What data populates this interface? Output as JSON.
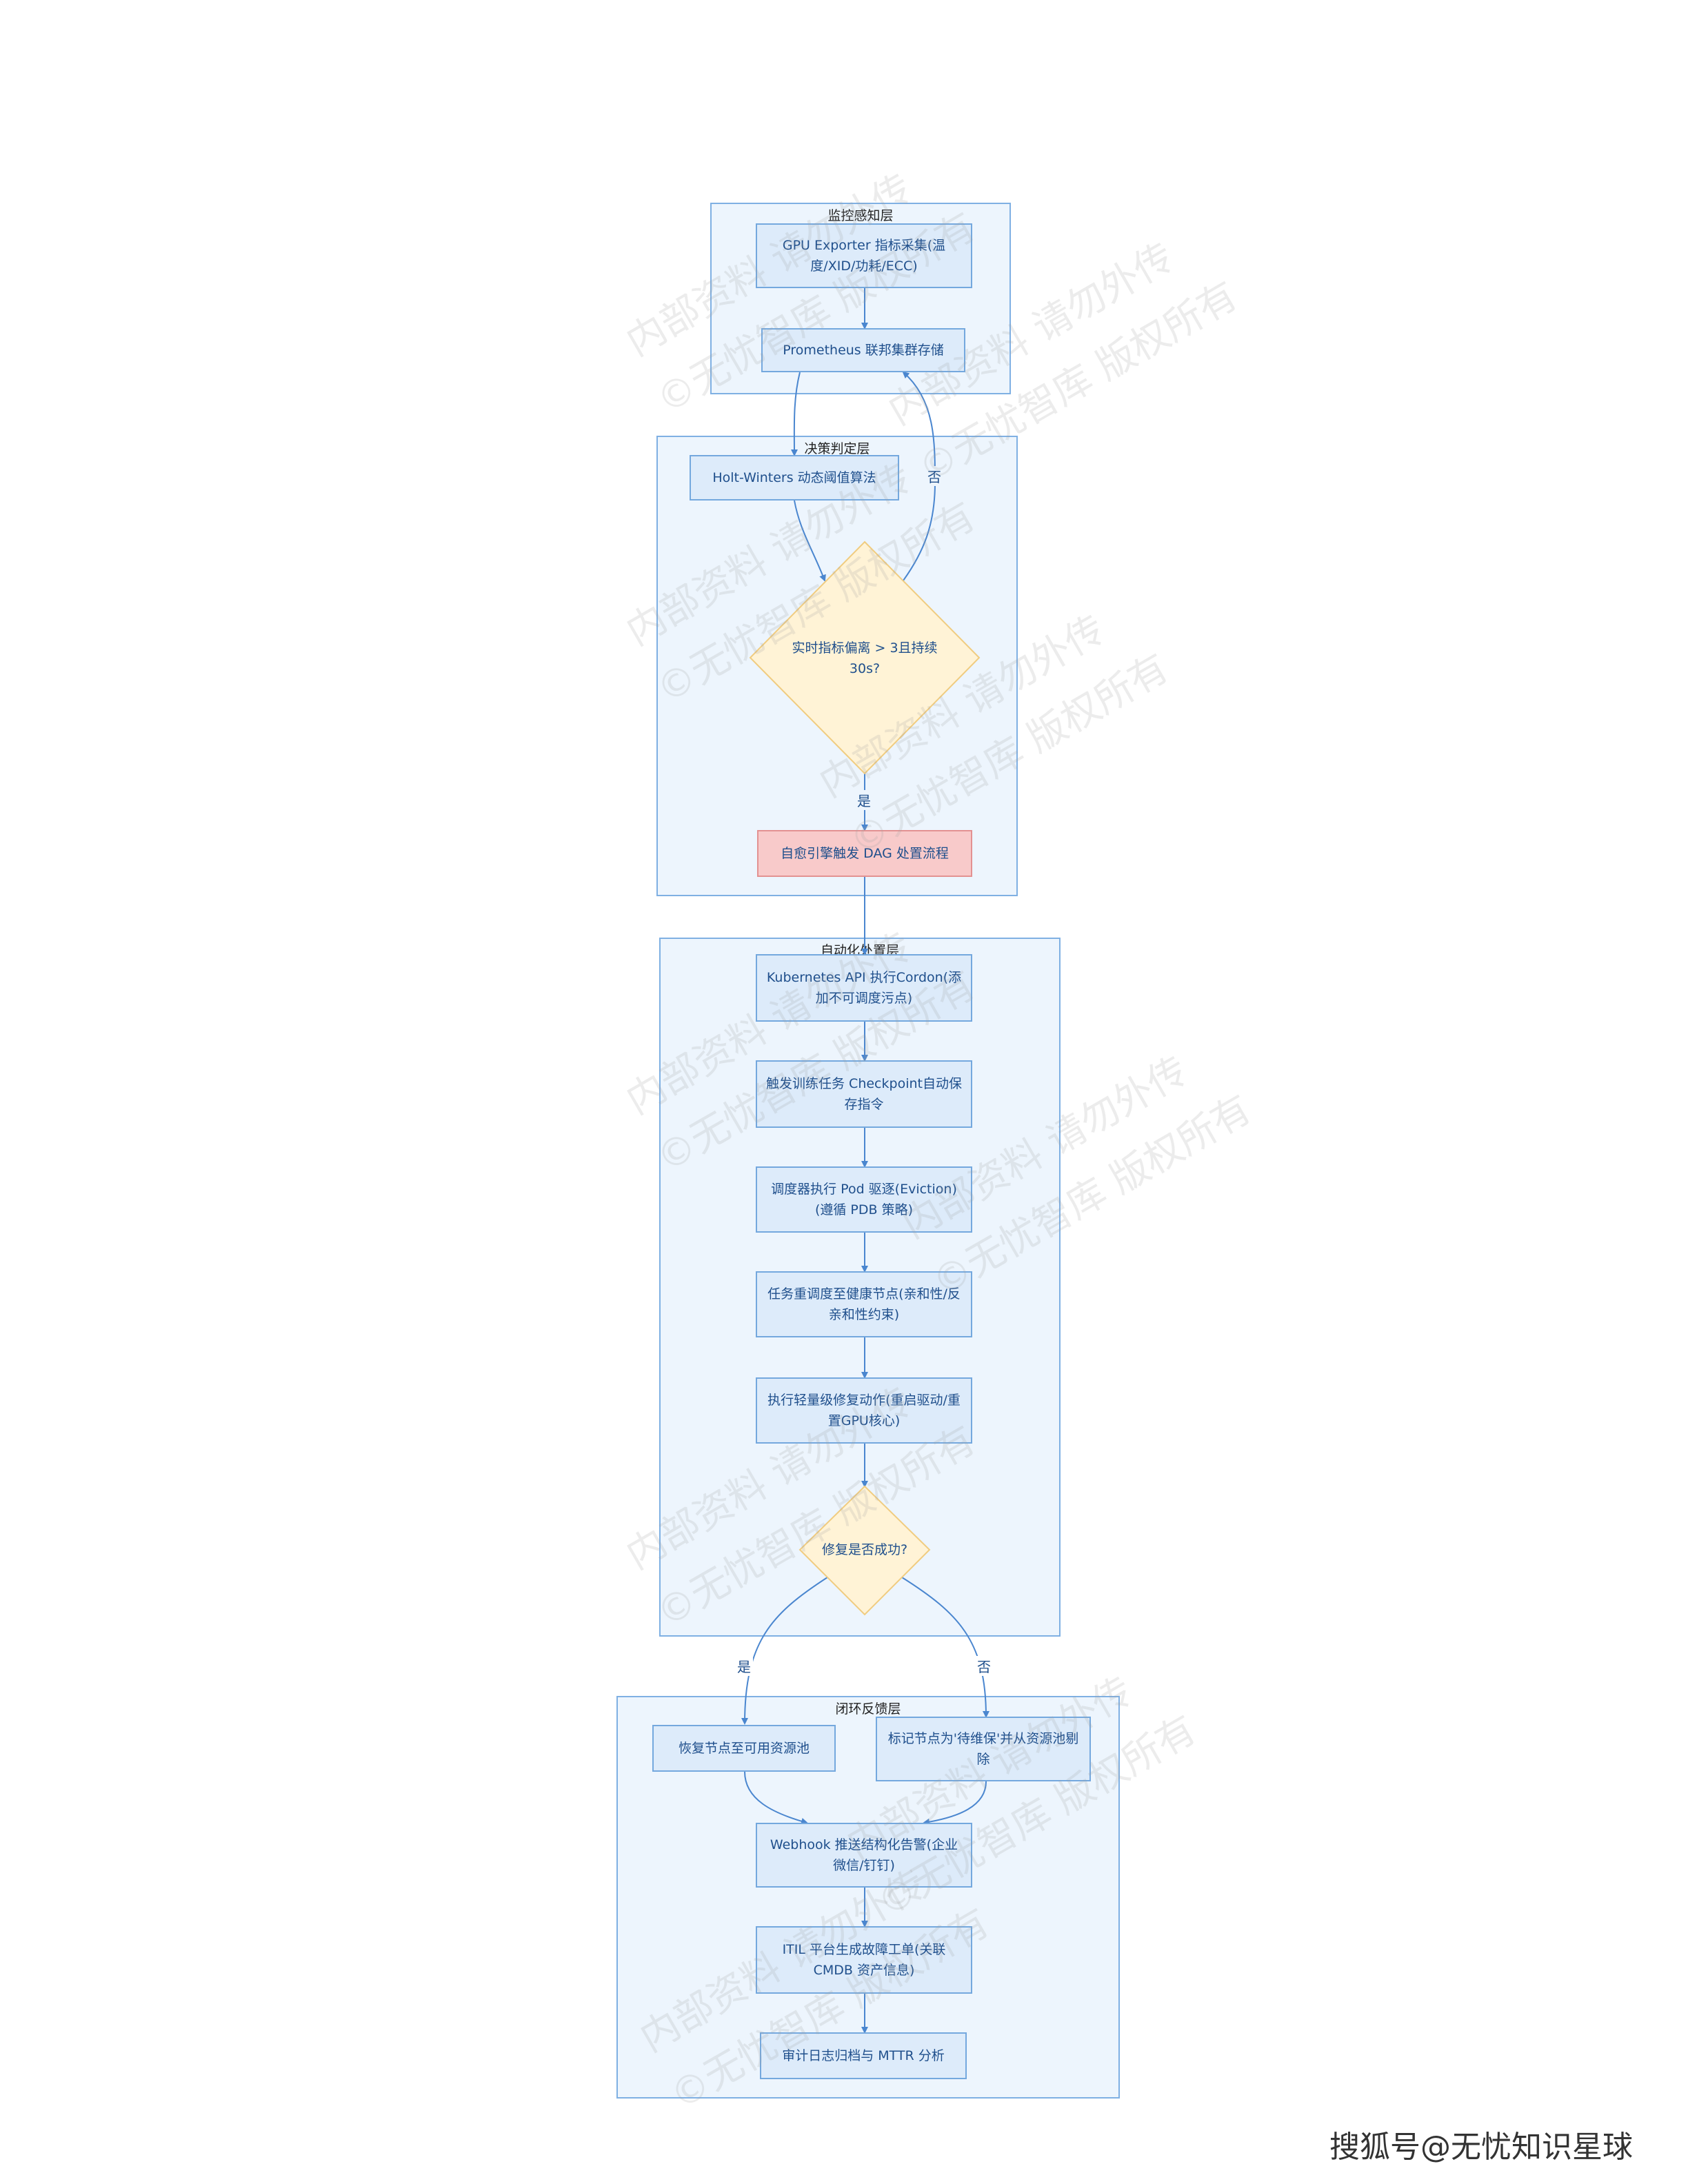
{
  "layers": {
    "monitor": "监控感知层",
    "decision": "决策判定层",
    "automation": "自动化处置层",
    "feedback": "闭环反馈层"
  },
  "nodes": {
    "gpu_exporter": "GPU Exporter 指标采集(温度/XID/功耗/ECC)",
    "prometheus": "Prometheus 联邦集群存储",
    "holt_winters": "Holt-Winters 动态阈值算法",
    "realtime_check": "实时指标偏离 > 3且持续30s?",
    "self_heal": "自愈引擎触发 DAG 处置流程",
    "k8s_cordon": "Kubernetes API 执行Cordon(添加不可调度污点)",
    "checkpoint": "触发训练任务 Checkpoint自动保存指令",
    "eviction": "调度器执行 Pod 驱逐(Eviction)(遵循 PDB 策略)",
    "reschedule": "任务重调度至健康节点(亲和性/反亲和性约束)",
    "light_repair": "执行轻量级修复动作(重启驱动/重置GPU核心)",
    "repair_ok": "修复是否成功?",
    "restore": "恢复节点至可用资源池",
    "mark_node": "标记节点为'待维保'并从资源池剔除",
    "webhook": "Webhook 推送结构化告警(企业微信/钉钉)",
    "itil": "ITIL 平台生成故障工单(关联CMDB 资产信息)",
    "audit": "审计日志归档与 MTTR 分析"
  },
  "edge_labels": {
    "no_upper": "否",
    "yes_mid": "是",
    "yes_left": "是",
    "no_right": "否"
  },
  "watermark": {
    "line1": "内部资料 请勿外传",
    "line2": "©无忧智库 版权所有"
  },
  "brand": "搜狐号@无忧知识星球",
  "colors": {
    "layer_bg": "#edf5fd",
    "node_bg": "#ddebfa",
    "decision_bg": "#fff3d6",
    "alert_bg": "#f8caca",
    "edge": "#4a86cf"
  }
}
